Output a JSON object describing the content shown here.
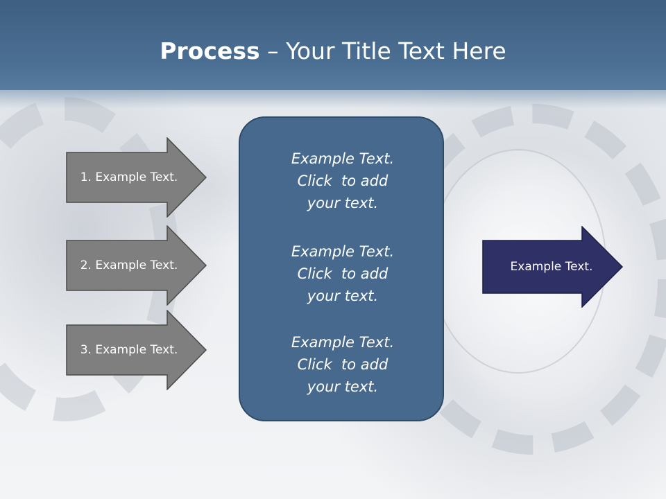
{
  "slide": {
    "title_bold": "Process",
    "title_rest": " – Your Title Text Here"
  },
  "left_steps": [
    {
      "label": "1. Example Text."
    },
    {
      "label": "2. Example Text."
    },
    {
      "label": "3. Example Text."
    }
  ],
  "center_blocks": [
    {
      "line1": "Example Text.",
      "line2": "Click  to add",
      "line3": "your text."
    },
    {
      "line1": "Example Text.",
      "line2": "Click  to add",
      "line3": "your text."
    },
    {
      "line1": "Example Text.",
      "line2": "Click  to add",
      "line3": "your text."
    }
  ],
  "right_arrow": {
    "label": "Example Text."
  },
  "colors": {
    "header": "#46698d",
    "center_box": "#46698d",
    "gray_arrow": "#7f7f7f",
    "dark_arrow": "#2e3066",
    "text": "#ffffff"
  }
}
